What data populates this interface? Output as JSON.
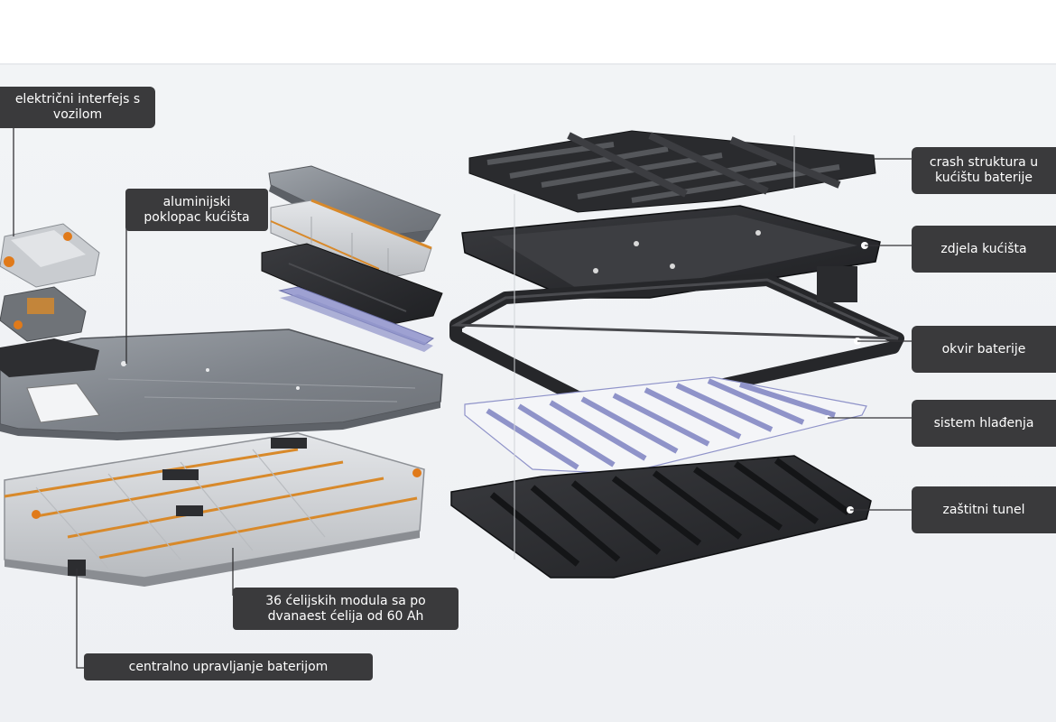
{
  "labels": {
    "electrical_interface": "električni interfejs s vozilom",
    "aluminum_cover": "aluminijski poklopac kućišta",
    "cell_modules": "36 ćelijskih modula sa po dvanaest ćelija od 60 Ah",
    "battery_management": "centralno upravljanje baterijom",
    "crash_structure": "crash struktura u kućištu baterije",
    "housing_tray": "zdjela kućišta",
    "battery_frame": "okvir baterije",
    "cooling_system": "sistem hlađenja",
    "protective_tunnel": "zaštitni tunel"
  },
  "colors": {
    "label_bg": "#3a3a3c",
    "label_text": "#ffffff",
    "cover_metal": "#8d9298",
    "dark_plastic": "#2c2d30",
    "module_silver": "#d6d8db",
    "copper_busbar": "#d8892a",
    "cooling_plate": "#8f93c9"
  }
}
